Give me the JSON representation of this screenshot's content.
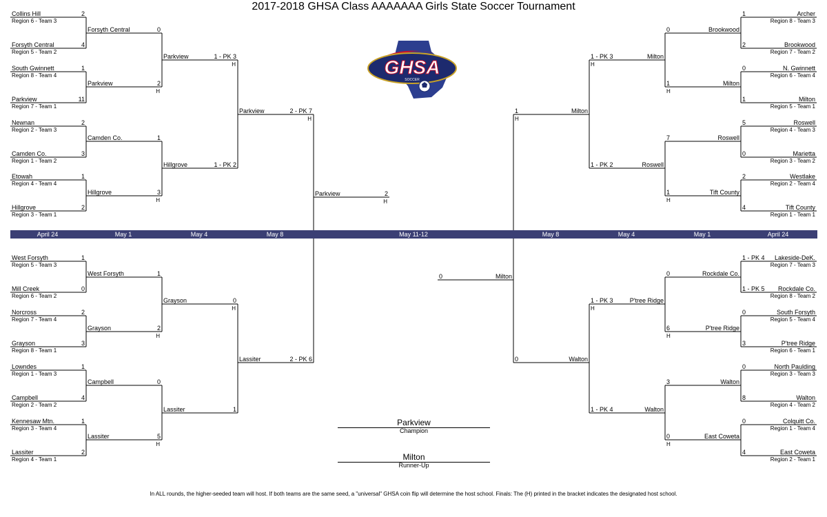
{
  "title": "2017-2018 GHSA Class AAAAAAA Girls State Soccer Tournament",
  "logo": {
    "icon": "ghsa-soccer-logo",
    "text": "GHSA",
    "subtext": "SOCCER",
    "colors": {
      "navy": "#1d2a6e",
      "red": "#c8102e",
      "gold": "#c9a227",
      "state": "#2c3e8f"
    }
  },
  "round_bar": {
    "color": "#3b3f74",
    "labels": [
      "April 24",
      "May 1",
      "May 4",
      "May 8",
      "May 11-12",
      "May 8",
      "May 4",
      "May 1",
      "April 24"
    ]
  },
  "slots": [
    {
      "name": "Collins Hill",
      "sub": "Region 6 - Team 3",
      "score": "2",
      "side": "L",
      "col": 0,
      "row": 0
    },
    {
      "name": "Forsyth Central",
      "sub": "Region 5 - Team 2",
      "score": "4",
      "side": "L",
      "col": 0,
      "row": 1
    },
    {
      "name": "South Gwinnett",
      "sub": "Region 8 - Team 4",
      "score": "1",
      "side": "L",
      "col": 0,
      "row": 2
    },
    {
      "name": "Parkview",
      "sub": "Region 7 - Team 1",
      "score": "11",
      "side": "L",
      "col": 0,
      "row": 3
    },
    {
      "name": "Newnan",
      "sub": "Region 2 - Team 3",
      "score": "2",
      "side": "L",
      "col": 0,
      "row": 4
    },
    {
      "name": "Camden Co.",
      "sub": "Region 1 - Team 2",
      "score": "3",
      "side": "L",
      "col": 0,
      "row": 5
    },
    {
      "name": "Etowah",
      "sub": "Region 4 - Team 4",
      "score": "1",
      "side": "L",
      "col": 0,
      "row": 6
    },
    {
      "name": "Hillgrove",
      "sub": "Region 3 - Team 1",
      "score": "2",
      "side": "L",
      "col": 0,
      "row": 7
    },
    {
      "name": "West Forsyth",
      "sub": "Region 5 - Team 3",
      "score": "1",
      "side": "L",
      "col": 0,
      "row": 8
    },
    {
      "name": "Mill Creek",
      "sub": "Region 6 - Team 2",
      "score": "0",
      "side": "L",
      "col": 0,
      "row": 9
    },
    {
      "name": "Norcross",
      "sub": "Region 7 - Team 4",
      "score": "2",
      "side": "L",
      "col": 0,
      "row": 10
    },
    {
      "name": "Grayson",
      "sub": "Region 8 - Team 1",
      "score": "3",
      "side": "L",
      "col": 0,
      "row": 11
    },
    {
      "name": "Lowndes",
      "sub": "Region 1 - Team 3",
      "score": "1",
      "side": "L",
      "col": 0,
      "row": 12
    },
    {
      "name": "Campbell",
      "sub": "Region 2 - Team 2",
      "score": "4",
      "side": "L",
      "col": 0,
      "row": 13
    },
    {
      "name": "Kennesaw Mtn.",
      "sub": "Region 3 - Team 4",
      "score": "1",
      "side": "L",
      "col": 0,
      "row": 14
    },
    {
      "name": "Lassiter",
      "sub": "Region 4 - Team 1",
      "score": "2",
      "side": "L",
      "col": 0,
      "row": 15
    },
    {
      "name": "Forsyth Central",
      "score": "0",
      "side": "L",
      "col": 1,
      "row": 0
    },
    {
      "name": "Parkview",
      "score": "2",
      "host": "H",
      "side": "L",
      "col": 1,
      "row": 1
    },
    {
      "name": "Camden Co.",
      "score": "1",
      "side": "L",
      "col": 1,
      "row": 2
    },
    {
      "name": "Hillgrove",
      "score": "3",
      "host": "H",
      "side": "L",
      "col": 1,
      "row": 3
    },
    {
      "name": "West Forsyth",
      "score": "1",
      "side": "L",
      "col": 1,
      "row": 4
    },
    {
      "name": "Grayson",
      "score": "2",
      "host": "H",
      "side": "L",
      "col": 1,
      "row": 5
    },
    {
      "name": "Campbell",
      "score": "0",
      "side": "L",
      "col": 1,
      "row": 6
    },
    {
      "name": "Lassiter",
      "score": "5",
      "host": "H",
      "side": "L",
      "col": 1,
      "row": 7
    },
    {
      "name": "Parkview",
      "score": "1 - PK 3",
      "host": "H",
      "side": "L",
      "col": 2,
      "row": 0
    },
    {
      "name": "Hillgrove",
      "score": "1 - PK 2",
      "side": "L",
      "col": 2,
      "row": 1
    },
    {
      "name": "Grayson",
      "score": "0",
      "host": "H",
      "side": "L",
      "col": 2,
      "row": 2
    },
    {
      "name": "Lassiter",
      "score": "1",
      "side": "L",
      "col": 2,
      "row": 3
    },
    {
      "name": "Parkview",
      "score": "2 - PK 7",
      "host": "H",
      "side": "L",
      "col": 3,
      "row": 0
    },
    {
      "name": "Lassiter",
      "score": "2 - PK 6",
      "side": "L",
      "col": 3,
      "row": 1
    },
    {
      "name": "Parkview",
      "score": "2",
      "host": "H",
      "side": "L",
      "col": 4,
      "row": 0
    },
    {
      "name": "Archer",
      "sub": "Region 8 - Team 3",
      "score": "1",
      "side": "R",
      "col": 0,
      "row": 0
    },
    {
      "name": "Brookwood",
      "sub": "Region 7 - Team 2",
      "score": "2",
      "side": "R",
      "col": 0,
      "row": 1
    },
    {
      "name": "N. Gwinnett",
      "sub": "Region 6 - Team 4",
      "score": "0",
      "side": "R",
      "col": 0,
      "row": 2
    },
    {
      "name": "Milton",
      "sub": "Region 5 - Team 1",
      "score": "1",
      "side": "R",
      "col": 0,
      "row": 3
    },
    {
      "name": "Roswell",
      "sub": "Region 4 - Team 3",
      "score": "5",
      "side": "R",
      "col": 0,
      "row": 4
    },
    {
      "name": "Marietta",
      "sub": "Region 3 - Team 2",
      "score": "0",
      "side": "R",
      "col": 0,
      "row": 5
    },
    {
      "name": "Westlake",
      "sub": "Region 2 - Team 4",
      "score": "2",
      "side": "R",
      "col": 0,
      "row": 6
    },
    {
      "name": "Tift County",
      "sub": "Region 1 - Team 1",
      "score": "4",
      "side": "R",
      "col": 0,
      "row": 7
    },
    {
      "name": "Lakeside-DeK.",
      "sub": "Region 7 - Team 3",
      "score": "1 - PK 4",
      "side": "R",
      "col": 0,
      "row": 8
    },
    {
      "name": "Rockdale Co.",
      "sub": "Region 8 - Team 2",
      "score": "1 - PK 5",
      "side": "R",
      "col": 0,
      "row": 9
    },
    {
      "name": "South Forsyth",
      "sub": "Region 5 - Team 4",
      "score": "0",
      "side": "R",
      "col": 0,
      "row": 10
    },
    {
      "name": "P'tree Ridge",
      "sub": "Region 6 - Team 1",
      "score": "3",
      "side": "R",
      "col": 0,
      "row": 11
    },
    {
      "name": "North Paulding",
      "sub": "Region 3 - Team 3",
      "score": "0",
      "side": "R",
      "col": 0,
      "row": 12
    },
    {
      "name": "Walton",
      "sub": "Region 4 - Team 2",
      "score": "8",
      "side": "R",
      "col": 0,
      "row": 13
    },
    {
      "name": "Colquitt Co.",
      "sub": "Region 1 - Team 4",
      "score": "0",
      "side": "R",
      "col": 0,
      "row": 14
    },
    {
      "name": "East Coweta",
      "sub": "Region 2 - Team 1",
      "score": "4",
      "side": "R",
      "col": 0,
      "row": 15
    },
    {
      "name": "Brookwood",
      "score": "0",
      "side": "R",
      "col": 1,
      "row": 0
    },
    {
      "name": "Milton",
      "score": "1",
      "host": "H",
      "side": "R",
      "col": 1,
      "row": 1
    },
    {
      "name": "Roswell",
      "score": "7",
      "side": "R",
      "col": 1,
      "row": 2
    },
    {
      "name": "Tift County",
      "score": "1",
      "host": "H",
      "side": "R",
      "col": 1,
      "row": 3
    },
    {
      "name": "Rockdale Co.",
      "score": "0",
      "side": "R",
      "col": 1,
      "row": 4
    },
    {
      "name": "P'tree Ridge",
      "score": "6",
      "host": "H",
      "side": "R",
      "col": 1,
      "row": 5
    },
    {
      "name": "Walton",
      "score": "3",
      "side": "R",
      "col": 1,
      "row": 6
    },
    {
      "name": "East Coweta",
      "score": "0",
      "host": "H",
      "side": "R",
      "col": 1,
      "row": 7
    },
    {
      "name": "Milton",
      "score": "1 - PK 3",
      "host": "H",
      "side": "R",
      "col": 2,
      "row": 0
    },
    {
      "name": "Roswell",
      "score": "1 - PK 2",
      "side": "R",
      "col": 2,
      "row": 1
    },
    {
      "name": "P'tree Ridge",
      "score": "1 - PK 3",
      "host": "H",
      "side": "R",
      "col": 2,
      "row": 2
    },
    {
      "name": "Walton",
      "score": "1 - PK 4",
      "side": "R",
      "col": 2,
      "row": 3
    },
    {
      "name": "Milton",
      "score": "1",
      "host": "H",
      "side": "R",
      "col": 3,
      "row": 0
    },
    {
      "name": "Walton",
      "score": "0",
      "side": "R",
      "col": 3,
      "row": 1
    },
    {
      "name": "Milton",
      "score": "0",
      "side": "R",
      "col": 4,
      "row": 0
    }
  ],
  "champion": {
    "name": "Parkview",
    "label": "Champion"
  },
  "runner_up": {
    "name": "Milton",
    "label": "Runner-Up"
  },
  "footer": "In ALL rounds, the higher-seeded team will host.  If both teams are the same seed, a \"universal\" GHSA coin flip will determine the host school. Finals: The (H) printed in the bracket indicates the designated host school."
}
